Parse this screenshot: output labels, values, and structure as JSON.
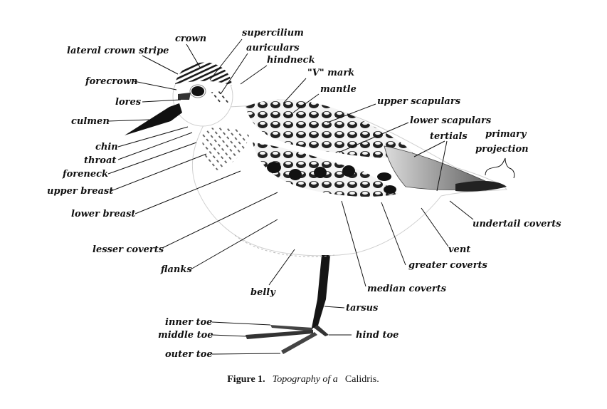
{
  "labels": {
    "crown": "crown",
    "supercilium": "supercilium",
    "auriculars": "auriculars",
    "lateral_crown_stripe": "lateral crown stripe",
    "hindneck": "hindneck",
    "v_mark": "\"V\" mark",
    "forecrown": "forecrown",
    "mantle": "mantle",
    "lores": "lores",
    "upper_scapulars": "upper scapulars",
    "culmen": "culmen",
    "lower_scapulars": "lower scapulars",
    "tertials": "tertials",
    "primary": "primary",
    "projection": "projection",
    "chin": "chin",
    "throat": "throat",
    "foreneck": "foreneck",
    "upper_breast": "upper breast",
    "lower_breast": "lower breast",
    "undertail_coverts": "undertail coverts",
    "lesser_coverts": "lesser coverts",
    "vent": "vent",
    "flanks": "flanks",
    "greater_coverts": "greater coverts",
    "belly": "belly",
    "median_coverts": "median coverts",
    "tarsus": "tarsus",
    "inner_toe": "inner toe",
    "middle_toe": "middle toe",
    "hind_toe": "hind toe",
    "outer_toe": "outer toe"
  },
  "caption": {
    "figure": "Figure 1.",
    "italic": "Topography of a",
    "genus": "Calidris."
  }
}
